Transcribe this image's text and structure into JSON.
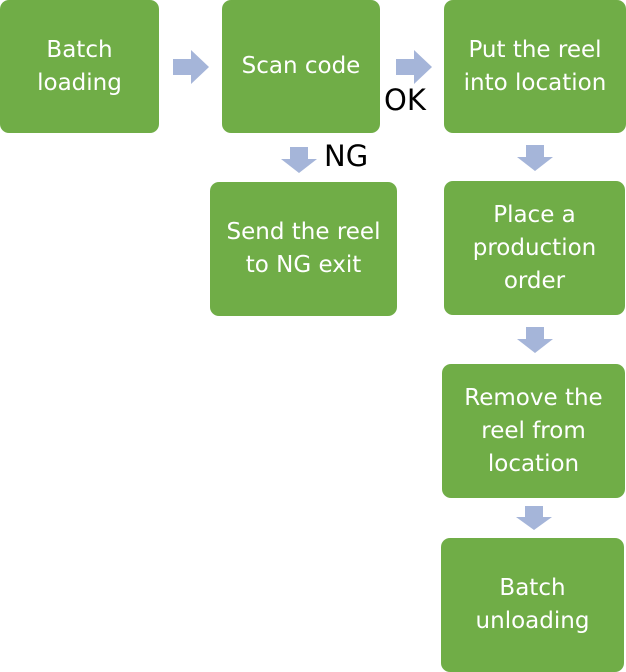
{
  "steps": {
    "batch_loading": "Batch\nloading",
    "scan_code": "Scan code",
    "put_reel": "Put the reel\ninto location",
    "send_ng": "Send the reel\nto NG exit",
    "place_order": "Place a\nproduction\norder",
    "remove_reel": "Remove the\nreel from\nlocation",
    "batch_unloading": "Batch\nunloading"
  },
  "labels": {
    "ok": "OK",
    "ng": "NG"
  },
  "colors": {
    "box_fill": "#70ad47",
    "box_text": "#ffffff",
    "arrow_fill": "#a5b5d9",
    "label_text": "#000000"
  }
}
